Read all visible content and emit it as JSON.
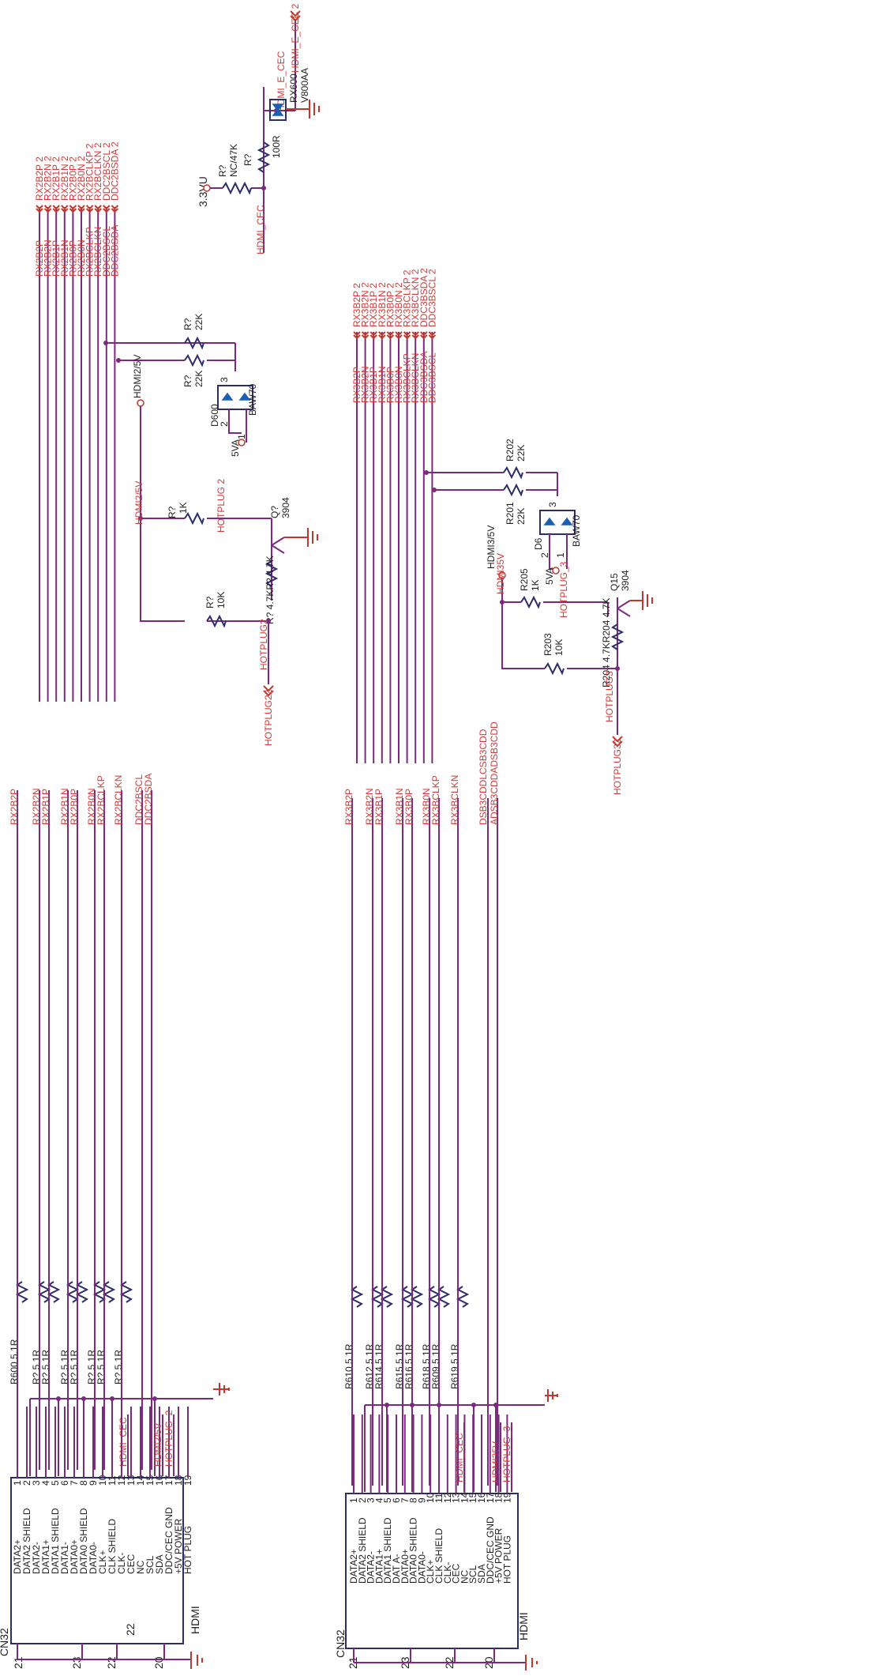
{
  "connectors": [
    {
      "ref": "CN32",
      "type": "HDMI",
      "pins": [
        {
          "num": "1",
          "name": "DATA2+"
        },
        {
          "num": "2",
          "name": "DATA2 SHIELD"
        },
        {
          "num": "3",
          "name": "DATA2-"
        },
        {
          "num": "4",
          "name": "DATA1+"
        },
        {
          "num": "5",
          "name": "DATA1 SHIELD"
        },
        {
          "num": "6",
          "name": "DATA1-"
        },
        {
          "num": "7",
          "name": "DATA0+"
        },
        {
          "num": "8",
          "name": "DATA0 SHIELD"
        },
        {
          "num": "9",
          "name": "DATA0-"
        },
        {
          "num": "10",
          "name": "CLK+"
        },
        {
          "num": "11",
          "name": "CLK SHIELD"
        },
        {
          "num": "12",
          "name": "CLK-"
        },
        {
          "num": "13",
          "name": "CEC"
        },
        {
          "num": "14",
          "name": "NC"
        },
        {
          "num": "15",
          "name": "SCL"
        },
        {
          "num": "16",
          "name": "SDA"
        },
        {
          "num": "17",
          "name": "DDC/CEC GND"
        },
        {
          "num": "18",
          "name": "+5V POWER"
        },
        {
          "num": "19",
          "name": "HOT PLUG"
        }
      ],
      "shield_pins": [
        "21",
        "23",
        "22",
        "22",
        "20"
      ],
      "net_cec": "HDMI_CEC",
      "net_5v": "HDMI2/5V",
      "net_hp": "HOTPLUG_2",
      "resistors": [
        "R600 5.1R",
        "R? 5.1R",
        "R? 5.1R",
        "R? 5.1R",
        "R? 5.1R",
        "R? 5.1R",
        "R? 5.1R",
        "R? 5.1R"
      ],
      "out_nets": [
        "RX2B2P",
        "RX2B2N",
        "RX2B1P",
        "RX2B1N",
        "RX2B0P",
        "RX2B0N",
        "RX2BCLKP",
        "RX2BCLKN",
        "DDC2BSCL",
        "DDC2BSDA"
      ]
    },
    {
      "ref": "CN32",
      "type": "HDMI",
      "pins": [
        {
          "num": "1",
          "name": "DATA2+"
        },
        {
          "num": "2",
          "name": "DATA2 SHIELD"
        },
        {
          "num": "3",
          "name": "DATA2-"
        },
        {
          "num": "4",
          "name": "DATA1+"
        },
        {
          "num": "5",
          "name": "DATA1 SHIELD"
        },
        {
          "num": "6",
          "name": "DAT A-"
        },
        {
          "num": "7",
          "name": "DATA0+"
        },
        {
          "num": "8",
          "name": "DATA0 SHIELD"
        },
        {
          "num": "9",
          "name": "DATA0-"
        },
        {
          "num": "10",
          "name": "CLK+"
        },
        {
          "num": "11",
          "name": "CLK SHIELD"
        },
        {
          "num": "12",
          "name": "CLK-"
        },
        {
          "num": "13",
          "name": "CEC"
        },
        {
          "num": "14",
          "name": "NC"
        },
        {
          "num": "15",
          "name": "SCL"
        },
        {
          "num": "16",
          "name": "SDA"
        },
        {
          "num": "17",
          "name": "DDC/CEC GND"
        },
        {
          "num": "18",
          "name": "+5V POWER"
        },
        {
          "num": "19",
          "name": "HOT PLUG"
        }
      ],
      "shield_pins": [
        "21",
        "23",
        "22",
        "20"
      ],
      "net_cec": "HDMI_CEC",
      "net_5v": "HDMI35V",
      "net_hp": "HOTPLUG_3",
      "resistors": [
        "R610 5.1R",
        "R612 5.1R",
        "R614 5.1R",
        "R615 5.1R",
        "R616 5.1R",
        "R618 5.1R",
        "R609 5.1R",
        "R619 5.1R"
      ],
      "out_nets": [
        "RX3B2P",
        "RX3B2N",
        "RX3B1P",
        "RX3B1N",
        "RX3B0P",
        "RX3B0N",
        "RX3BCLKP",
        "RX3BCLKN",
        "DSB3CDDLCSB3CDD",
        "ADSB3CDDADSB3CDD"
      ]
    }
  ],
  "bus2": {
    "nets_in": [
      "RX2B2P",
      "RX2B2N",
      "RX2B1P",
      "RX2B1N",
      "RX2B0P",
      "RX2B0N",
      "RX2BCLKP",
      "RX2BCLKN",
      "DDC2BSCL",
      "DDC2BSDA"
    ],
    "nets_out": [
      "RX2B2P 2",
      "RX2B2N 2",
      "RX2B1P 2",
      "RX2B1N 2",
      "RX2B0P 2",
      "RX2B0N 2",
      "RX2BCLKP 2",
      "RX2BCLKN 2",
      "DDC2BSCL 2",
      "DDC2BSDA 2"
    ]
  },
  "bus3": {
    "nets_in": [
      "RX3B2P",
      "RX3B2N",
      "RX3B1P",
      "RX3B1N",
      "RX3B0P",
      "RX3B0N",
      "RX3BCLKP",
      "RX3BCLKN",
      "DDC3BSDA",
      "DDC3BSCL"
    ],
    "nets_out": [
      "RX3B2P 2",
      "RX3B2N 2",
      "RX3B1P 2",
      "RX3B1N 2",
      "RX3B0P 2",
      "RX3B0N 2",
      "RX3BCLKP 2",
      "RX3BCLKN 2",
      "DDC3BSDA 2",
      "DDC3BSCL 2"
    ]
  },
  "cec_block": {
    "supply": "3.3VU",
    "r_pullup": "R?",
    "r_pullup_value": "NC/47K",
    "r_series": "R?",
    "r_series_value": "100R",
    "net_in": "HDMI_CEC",
    "net_mid": "HDMI_E_CEC",
    "net_out": "HDMI_E_CEC 2",
    "tvs_ref": "RX600",
    "tvs_part": "V800AA"
  },
  "hp2_block": {
    "net_5v": "HDMI2/5V",
    "diode_ref": "D600",
    "diode_part": "BAW70",
    "r_top": "R?",
    "r_top_value": "22K",
    "r_bot": "R?",
    "r_bot_value": "22K",
    "supply": "5VA",
    "pin1": "1",
    "pin2": "2",
    "pin3": "3",
    "r_base": "R?",
    "r_base_value": "1K",
    "r_pull": "R?",
    "r_pull_value": "10K",
    "r_47": "R? 4.7KR? 4.7K",
    "q_ref": "Q?",
    "q_part": "3904",
    "net_hp": "HOTPLUG 2",
    "net_hp_out": "HOTPLUG2",
    "net_hp_port": "HOTPLUG22"
  },
  "hp3_block": {
    "net_5v": "HDMI3/5V",
    "net_5v_b": "HDMI35V",
    "diode_ref": "D6",
    "diode_part": "BAW70",
    "r_top": "R202",
    "r_top_value": "22K",
    "r_bot": "R201",
    "r_bot_value": "22K",
    "supply": "5VA",
    "pin1": "1",
    "pin2": "2",
    "pin3": "3",
    "r_base": "R205",
    "r_base_value": "1K",
    "r_pull": "R203",
    "r_pull_value": "10K",
    "r_47": "R204 4.7KR204 4.7K",
    "q_ref": "Q15",
    "q_part": "3904",
    "net_hp": "HOTPLUG_3",
    "net_hp_out": "HOTPLUG3",
    "net_hp_port": "HOTPLUG32"
  }
}
